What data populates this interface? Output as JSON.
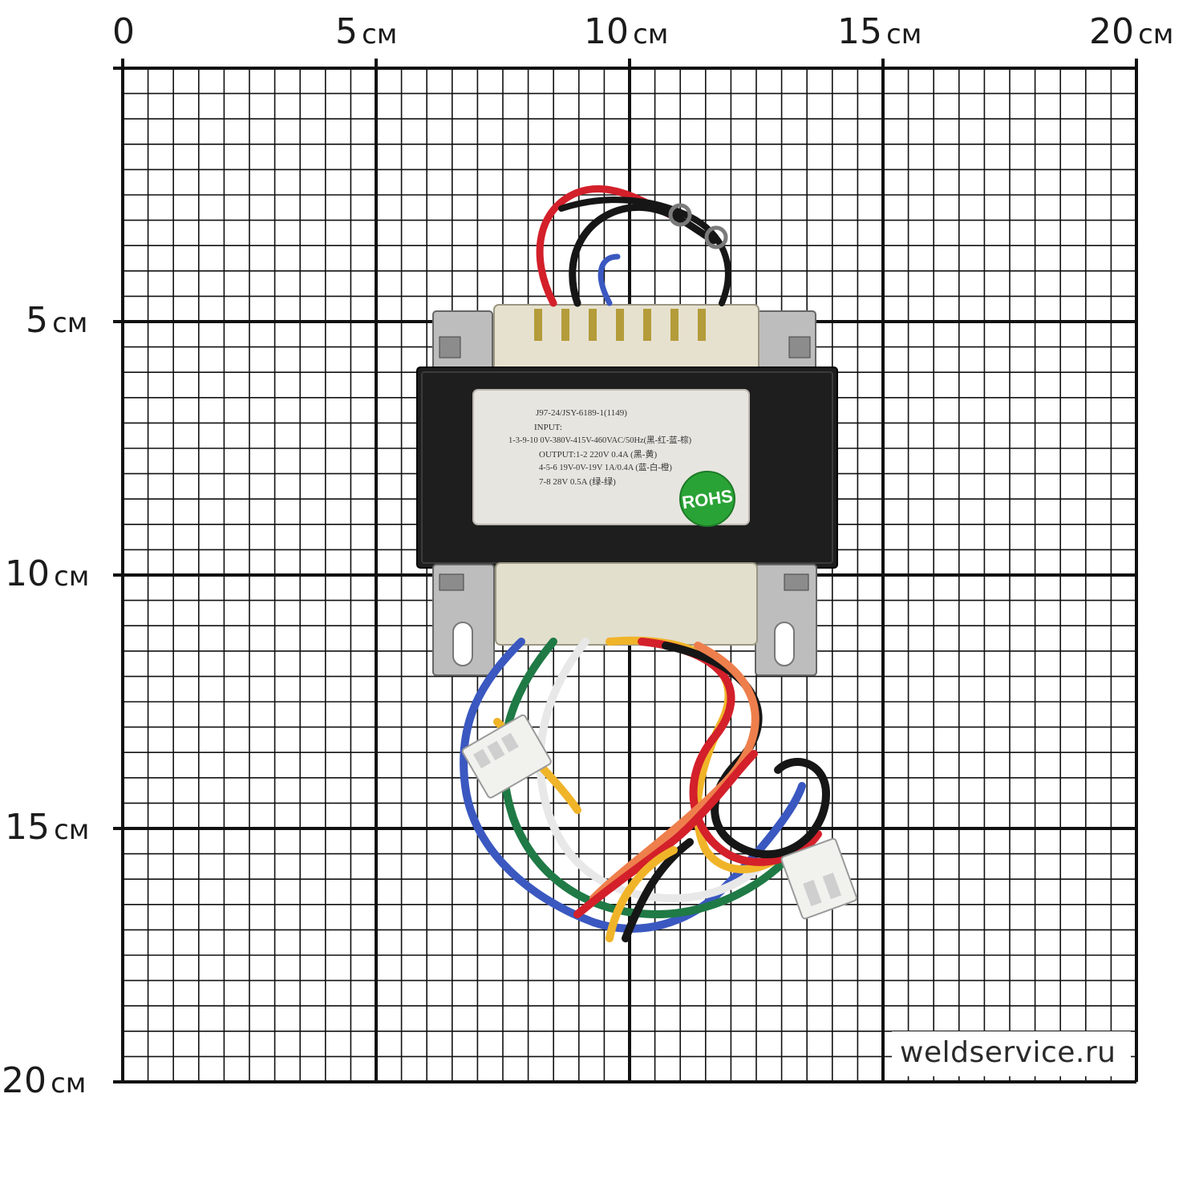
{
  "ruler": {
    "top": [
      {
        "n": "0",
        "u": ""
      },
      {
        "n": "5",
        "u": "см"
      },
      {
        "n": "10",
        "u": "см"
      },
      {
        "n": "15",
        "u": "см"
      },
      {
        "n": "20",
        "u": "см"
      }
    ],
    "left": [
      {
        "n": "5",
        "u": "см"
      },
      {
        "n": "10",
        "u": "см"
      },
      {
        "n": "15",
        "u": "см"
      },
      {
        "n": "20",
        "u": "см"
      }
    ]
  },
  "nameplate": {
    "lines": [
      "J97-24/JSY-6189-1(1149)",
      "INPUT:",
      "1-3-9-10  0V-380V-415V-460VAC/50Hz(黑-红-蓝-棕)",
      "OUTPUT:1-2  220V   0.4A  (黑-黄)",
      "4-5-6  19V-0V-19V  1A/0.4A  (蓝-白-橙)",
      "7-8      28V      0.5A  (绿-绿)"
    ],
    "badge": "ROHS"
  },
  "watermark": "weldservice.ru",
  "colors": {
    "grid": "#111111",
    "core": "#1e1e1e",
    "bobbin": "#e6e1cf",
    "badge": "#2aa336",
    "wire_red": "#d3202a",
    "wire_blue": "#3a58c0",
    "wire_green": "#1f7a45",
    "wire_yellow": "#f0b429",
    "wire_orange": "#ee7f4c",
    "wire_white": "#e8e8e8",
    "wire_black": "#161616"
  }
}
